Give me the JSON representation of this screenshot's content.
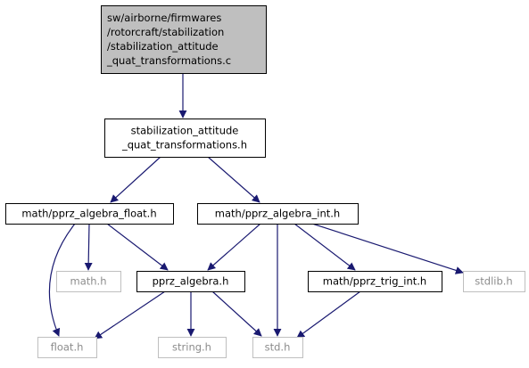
{
  "diagram": {
    "title": "",
    "colors": {
      "edge": "#191970",
      "root_fill": "#bfbfbf",
      "node_border": "#000000",
      "system_border": "#bfbfbf",
      "system_text": "#8c8c8c"
    },
    "nodes": [
      {
        "id": "root",
        "lines": [
          "sw/airborne/firmwares",
          "/rotorcraft/stabilization",
          "/stabilization_attitude",
          "_quat_transformations.c"
        ],
        "style": "root"
      },
      {
        "id": "header",
        "lines": [
          "stabilization_attitude",
          "_quat_transformations.h"
        ],
        "style": "normal"
      },
      {
        "id": "algebra_float",
        "lines": [
          "math/pprz_algebra_float.h"
        ],
        "style": "normal"
      },
      {
        "id": "algebra_int",
        "lines": [
          "math/pprz_algebra_int.h"
        ],
        "style": "normal"
      },
      {
        "id": "math_h",
        "lines": [
          "math.h"
        ],
        "style": "system"
      },
      {
        "id": "pprz_algebra",
        "lines": [
          "pprz_algebra.h"
        ],
        "style": "normal"
      },
      {
        "id": "trig_int",
        "lines": [
          "math/pprz_trig_int.h"
        ],
        "style": "normal"
      },
      {
        "id": "stdlib_h",
        "lines": [
          "stdlib.h"
        ],
        "style": "system"
      },
      {
        "id": "float_h",
        "lines": [
          "float.h"
        ],
        "style": "system"
      },
      {
        "id": "string_h",
        "lines": [
          "string.h"
        ],
        "style": "system"
      },
      {
        "id": "std_h",
        "lines": [
          "std.h"
        ],
        "style": "system"
      }
    ],
    "edges": [
      {
        "from": "root",
        "to": "header"
      },
      {
        "from": "header",
        "to": "algebra_float"
      },
      {
        "from": "header",
        "to": "algebra_int"
      },
      {
        "from": "algebra_float",
        "to": "float_h"
      },
      {
        "from": "algebra_float",
        "to": "math_h"
      },
      {
        "from": "algebra_float",
        "to": "pprz_algebra"
      },
      {
        "from": "algebra_int",
        "to": "pprz_algebra"
      },
      {
        "from": "algebra_int",
        "to": "std_h"
      },
      {
        "from": "algebra_int",
        "to": "trig_int"
      },
      {
        "from": "algebra_int",
        "to": "stdlib_h"
      },
      {
        "from": "pprz_algebra",
        "to": "float_h"
      },
      {
        "from": "pprz_algebra",
        "to": "string_h"
      },
      {
        "from": "pprz_algebra",
        "to": "std_h"
      },
      {
        "from": "trig_int",
        "to": "std_h"
      }
    ]
  }
}
